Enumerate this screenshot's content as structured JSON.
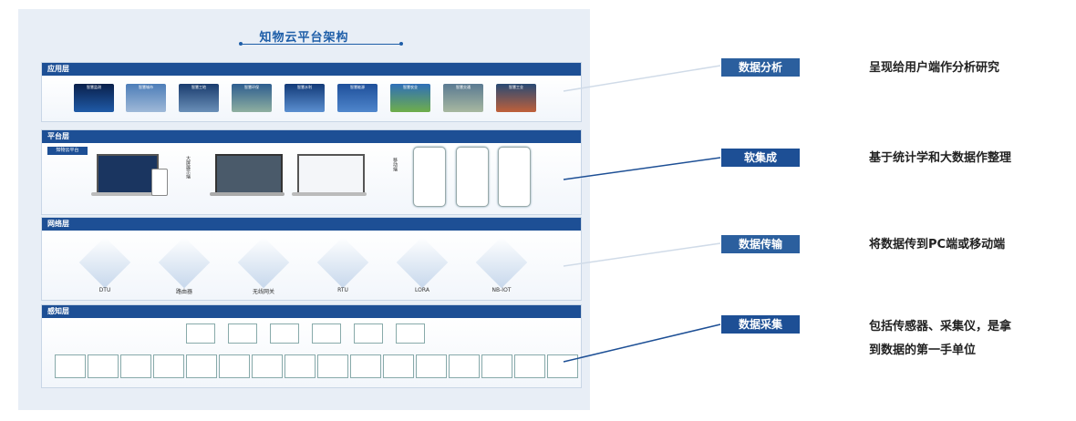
{
  "diagram": {
    "title": "知物云平台架构",
    "layers": [
      {
        "name": "应用层",
        "apps": [
          "智慧监测",
          "智慧城市",
          "智慧工地",
          "智慧环保",
          "智慧水利",
          "智慧能源",
          "智慧农业",
          "智慧交通",
          "智慧工业"
        ]
      },
      {
        "name": "平台层",
        "badge": "知物云平台",
        "vertical_texts": [
          "大屏展示端",
          "移动端"
        ]
      },
      {
        "name": "网络层",
        "devices": [
          "DTU",
          "路由器",
          "无线网关",
          "RTU",
          "LORA",
          "NB-IOT"
        ]
      },
      {
        "name": "感知层"
      }
    ],
    "tags": [
      "数据分析",
      "软集成",
      "数据传输",
      "数据采集"
    ],
    "descriptions": [
      "呈现给用户端作分析研究",
      "基于统计学和大数据作整理",
      "将数据传到PC端或移动端",
      "包括传感器、采集仪，是拿\n到数据的第一手单位"
    ],
    "colors": {
      "primary": "#1d4f95",
      "panel_bg": "#e8eef6"
    }
  }
}
